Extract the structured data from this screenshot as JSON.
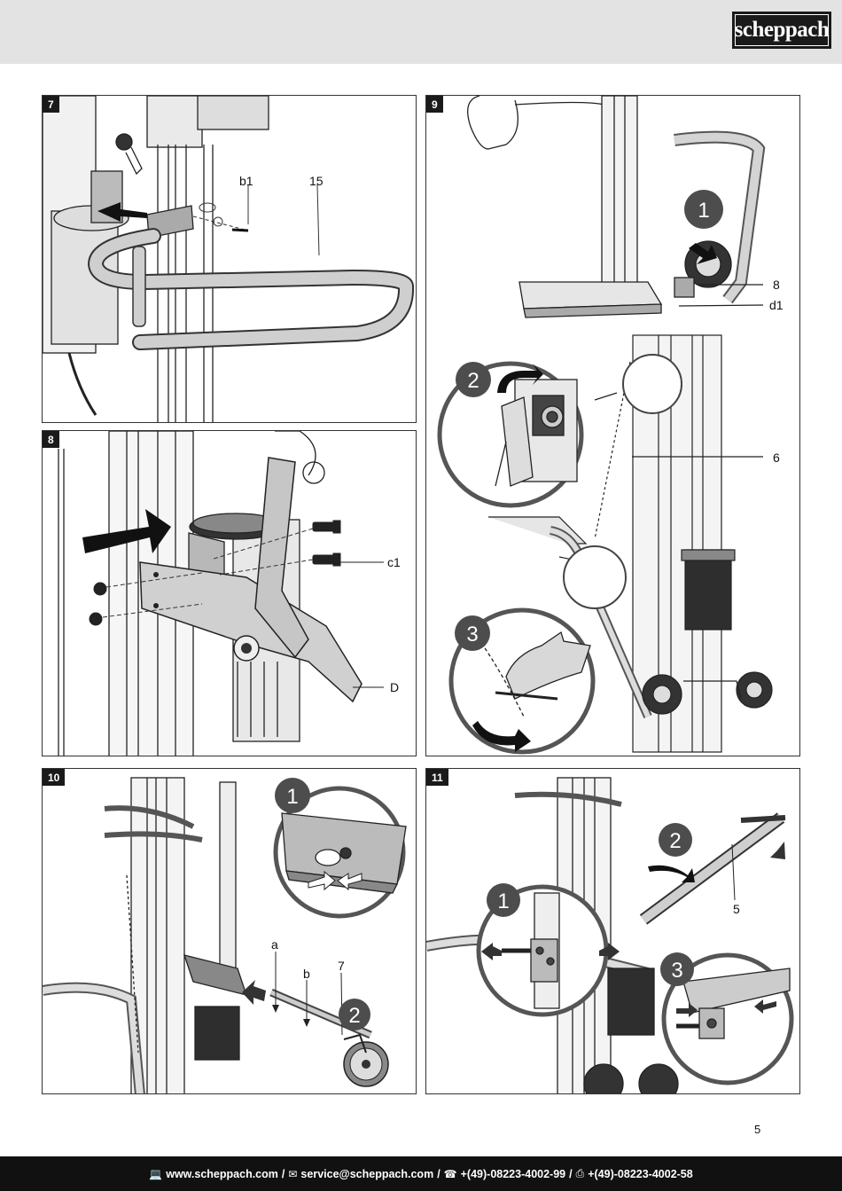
{
  "brand": {
    "name": "scheppach"
  },
  "page": {
    "number": "5"
  },
  "footer": {
    "web_icon": "computer-icon",
    "web": "www.scheppach.com",
    "mail_icon": "mail-icon",
    "mail": "service@scheppach.com",
    "phone_icon": "phone-icon",
    "phone": "+(49)-08223-4002-99",
    "fax_icon": "fax-icon",
    "fax": "+(49)-08223-4002-58",
    "separator": "/"
  },
  "figures": [
    {
      "number": "7",
      "labels": [
        "b1",
        "15"
      ]
    },
    {
      "number": "8",
      "labels": [
        "c1",
        "D"
      ]
    },
    {
      "number": "9",
      "labels": [
        "8",
        "d1",
        "6"
      ],
      "steps": [
        "1",
        "2",
        "3"
      ]
    },
    {
      "number": "10",
      "labels": [
        "a",
        "b",
        "7"
      ],
      "steps": [
        "1",
        "2"
      ]
    },
    {
      "number": "11",
      "labels": [
        "5"
      ],
      "steps": [
        "1",
        "2",
        "3"
      ]
    }
  ]
}
